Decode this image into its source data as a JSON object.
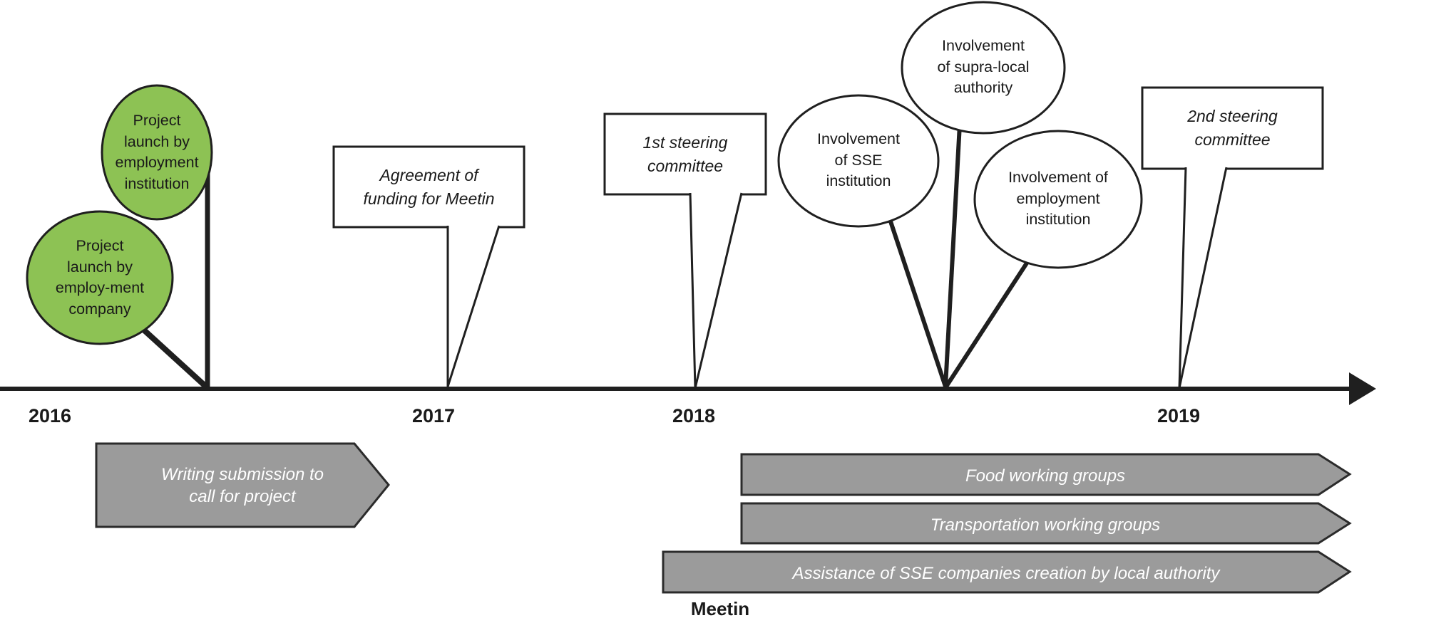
{
  "figure": {
    "type": "project-timeline",
    "project_name": "Meetin"
  },
  "colors": {
    "event_green": "#8dc254",
    "bar_gray": "#9b9b9b",
    "ink": "#1f1f1f",
    "bar_text": "#ffffff",
    "background": "#ffffff"
  },
  "timeline": {
    "years": [
      {
        "label": "2016"
      },
      {
        "label": "2017"
      },
      {
        "label": "2018"
      },
      {
        "label": "2019"
      }
    ]
  },
  "milestones": {
    "launch_company": {
      "shape": "green-circle",
      "lines": [
        "Project",
        "launch by",
        "employ-ment",
        "company"
      ]
    },
    "launch_institution": {
      "shape": "green-circle",
      "lines": [
        "Project",
        "launch by",
        "employment",
        "institution"
      ]
    },
    "agreement_funding": {
      "shape": "callout-box",
      "lines": [
        "Agreement of",
        "funding for Meetin"
      ]
    },
    "first_steering": {
      "shape": "callout-box",
      "lines": [
        "1st steering",
        "committee"
      ]
    },
    "sse_involvement": {
      "shape": "white-circle",
      "lines": [
        "Involvement",
        "of SSE",
        "institution"
      ]
    },
    "supra_involvement": {
      "shape": "white-circle",
      "lines": [
        "Involvement",
        "of supra-local",
        "authority"
      ]
    },
    "employment_involvement": {
      "shape": "white-circle",
      "lines": [
        "Involvement of",
        "employment",
        "institution"
      ]
    },
    "second_steering": {
      "shape": "callout-box",
      "lines": [
        "2nd steering",
        "committee"
      ]
    }
  },
  "activity_bars": [
    {
      "id": "writing-submission",
      "lines": [
        "Writing submission to",
        "call for project"
      ]
    },
    {
      "id": "food-working-groups",
      "lines": [
        "Food working groups"
      ]
    },
    {
      "id": "transportation-working-groups",
      "lines": [
        "Transportation working groups"
      ]
    },
    {
      "id": "assistance-sse",
      "lines": [
        "Assistance of SSE companies creation by local authority"
      ]
    }
  ],
  "footer": {
    "project_label": "Meetin"
  }
}
